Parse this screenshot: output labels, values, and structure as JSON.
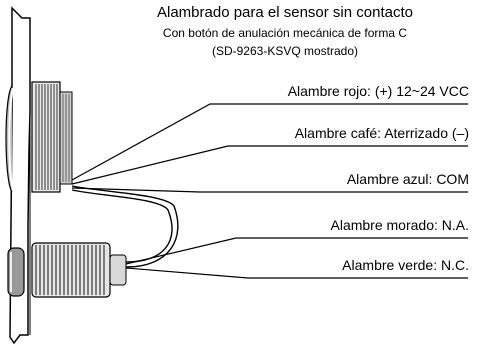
{
  "title": {
    "main": "Alambrado para el sensor sin contacto",
    "subtitle": "Con botón de anulación mecánica de forma C",
    "model": "(SD-9263-KSVQ mostrado)"
  },
  "wires": [
    {
      "label": "Alambre rojo: (+) 12~24 VCC"
    },
    {
      "label": "Alambre café: Aterrizado (–)"
    },
    {
      "label": "Alambre azul: COM"
    },
    {
      "label": "Alambre morado: N.A."
    },
    {
      "label": "Alambre verde: N.C."
    }
  ]
}
